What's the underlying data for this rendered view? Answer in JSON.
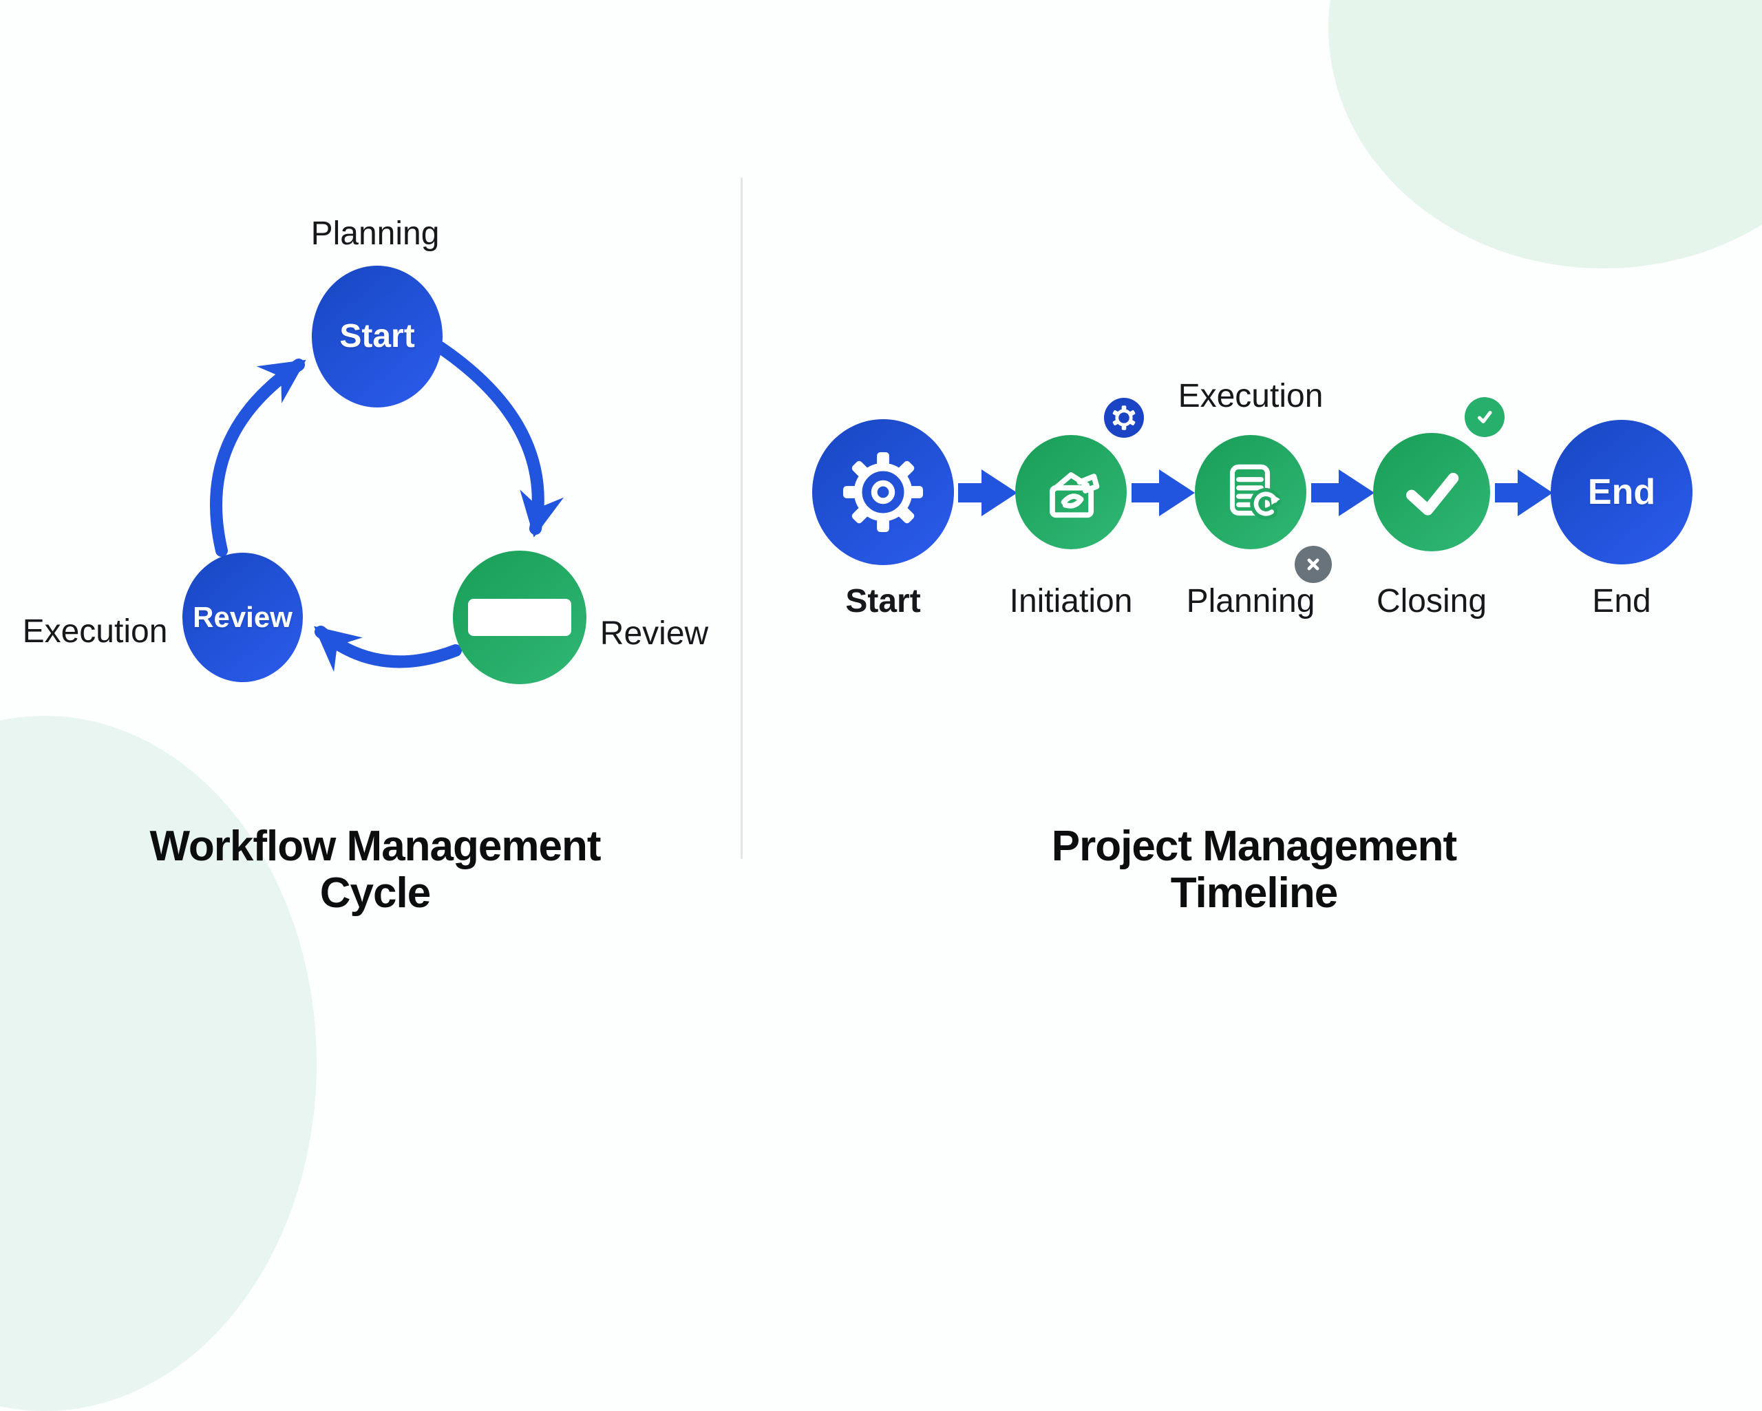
{
  "left": {
    "title": "Workflow Management Cycle",
    "cycle_labels": {
      "top": "Planning",
      "left": "Execution",
      "right": "Review"
    },
    "nodes": {
      "start": "Start",
      "review": "Review"
    }
  },
  "right": {
    "title": "Project Management Timeline",
    "execution_label": "Execution",
    "steps": [
      {
        "label": "Start",
        "icon": "gear-icon",
        "color": "blue"
      },
      {
        "label": "Initiation",
        "icon": "inbox-document-icon",
        "color": "green",
        "badge": "gear-badge"
      },
      {
        "label": "Planning",
        "icon": "document-refresh-icon",
        "color": "green",
        "badge": "x-badge"
      },
      {
        "label": "Closing",
        "icon": "checkmark-icon",
        "color": "green",
        "badge": "check-badge"
      },
      {
        "label": "End",
        "circle_text": "End",
        "color": "blue"
      }
    ]
  },
  "colors": {
    "blue": "#1e50d4",
    "green": "#22a763",
    "arrow_blue": "#2255dd",
    "badge_blue": "#1b44c4",
    "badge_green": "#27b06c",
    "badge_gray": "#68737c",
    "mint_blob": "#e7f5ee",
    "divider": "#e4e6e6"
  }
}
